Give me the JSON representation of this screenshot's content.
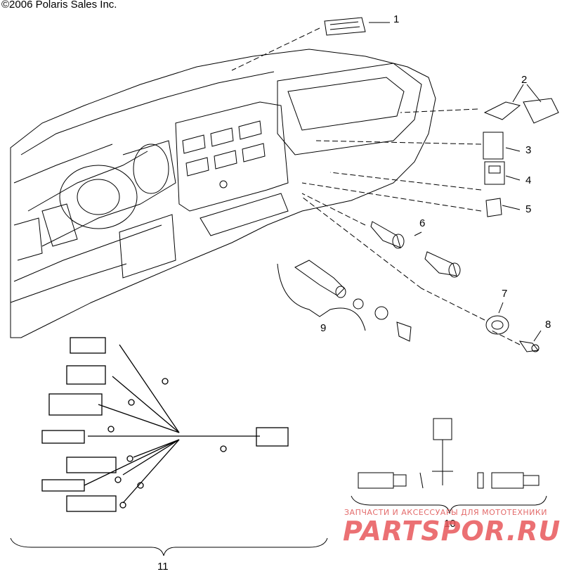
{
  "header": {
    "copyright": "©2006 Polaris Sales Inc."
  },
  "callouts": [
    "1",
    "2",
    "3",
    "4",
    "5",
    "6",
    "7",
    "8",
    "9",
    "10",
    "11"
  ],
  "watermark": {
    "tagline": "ЗАПЧАСТИ И АКСЕССУАРЫ ДЛЯ МОТОТЕХНИКИ",
    "brand": "PARTSPOR.RU",
    "color": "#e8585b"
  }
}
